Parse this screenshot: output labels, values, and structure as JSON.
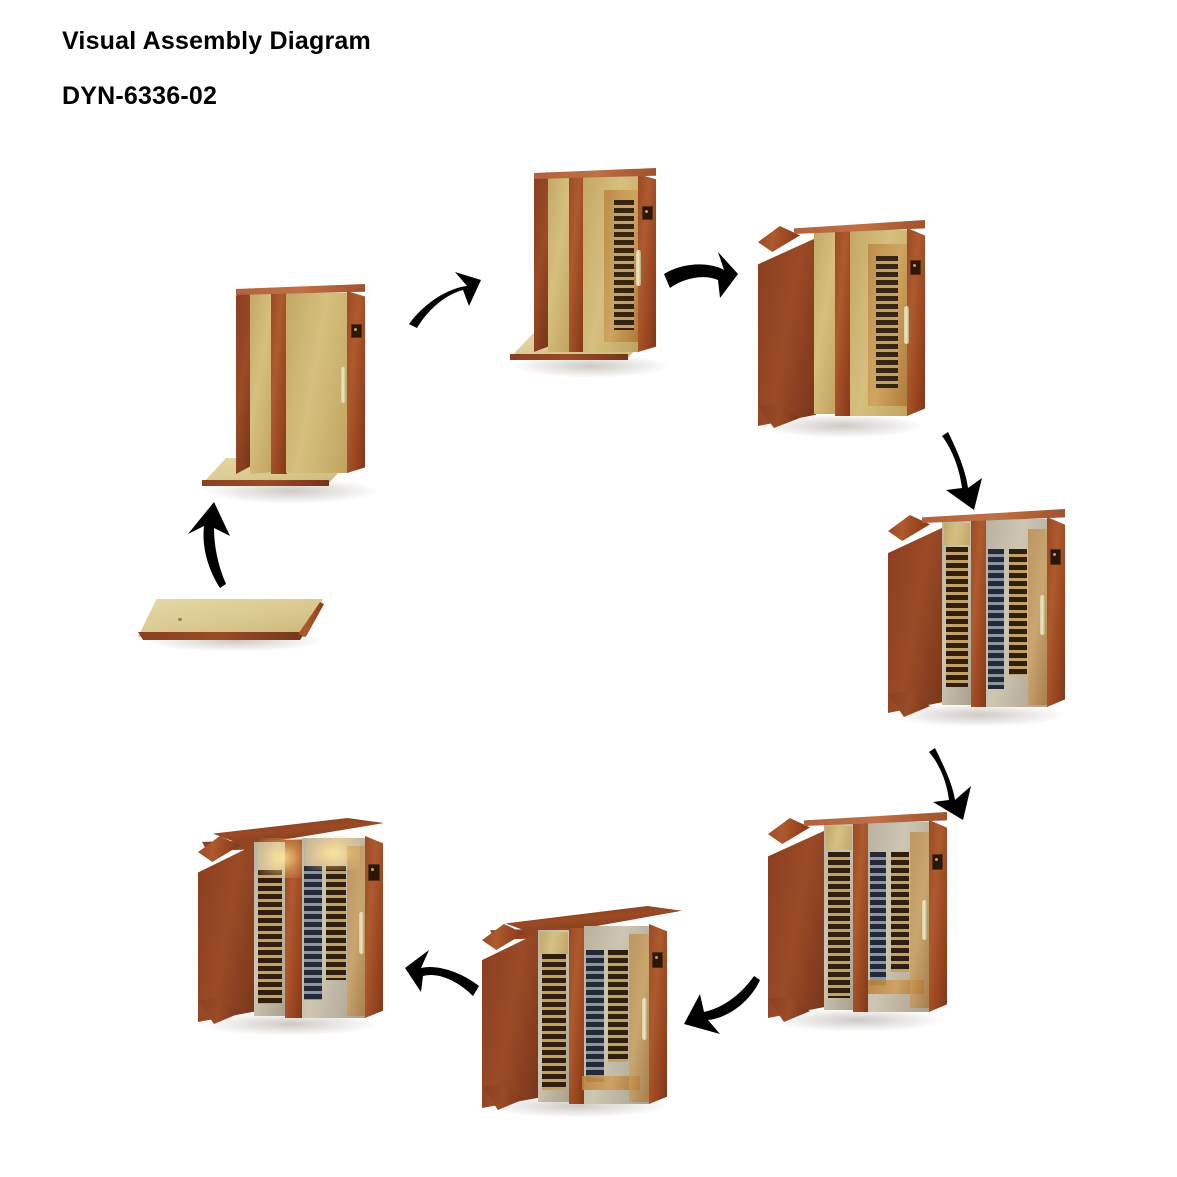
{
  "document": {
    "title": "Visual Assembly Diagram",
    "code": "DYN-6336-02"
  },
  "diagram": {
    "kind": "assembly-flow",
    "product": "infrared sauna cabin",
    "step_count": 8,
    "arrow_count": 7,
    "colors": {
      "background": "#ffffff",
      "text": "#000000",
      "wood_frame": "#9c4a26",
      "wood_frame_dark": "#7e3818",
      "wood_frame_light": "#bf7045",
      "glass_panel": "#c9ae6b",
      "floor_panel": "#dcc98f",
      "roof_panel": "#7c3a1c",
      "heater_slat": "#2b1a0c",
      "arrow": "#000000",
      "handle": "#e0d5a8",
      "control_panel": "#2b1708"
    },
    "steps": [
      {
        "index": 1,
        "name": "floor-panel",
        "label": "Floor base panel"
      },
      {
        "index": 2,
        "name": "front-wall-door",
        "label": "Front wall with glass door on base"
      },
      {
        "index": 3,
        "name": "right-side-wall",
        "label": "Right side wall with heater panel"
      },
      {
        "index": 4,
        "name": "left-side-wall",
        "label": "Left side wall closing cabin corner"
      },
      {
        "index": 5,
        "name": "heater-panels",
        "label": "Interior infrared heater panels installed"
      },
      {
        "index": 6,
        "name": "bench-seating",
        "label": "Bench and interior fittings installed"
      },
      {
        "index": 7,
        "name": "roof-panel",
        "label": "Roof / ceiling panel fitted"
      },
      {
        "index": 8,
        "name": "completed-unit",
        "label": "Completed sauna with interior lighting"
      }
    ],
    "arrows": [
      {
        "index": 1,
        "name": "arrow-step1-to-step2",
        "direction": "up"
      },
      {
        "index": 2,
        "name": "arrow-step2-to-step3",
        "direction": "up-right"
      },
      {
        "index": 3,
        "name": "arrow-step3-to-step4",
        "direction": "right"
      },
      {
        "index": 4,
        "name": "arrow-step4-to-step5",
        "direction": "down"
      },
      {
        "index": 5,
        "name": "arrow-step5-to-step6",
        "direction": "down"
      },
      {
        "index": 6,
        "name": "arrow-step6-to-step7",
        "direction": "down-left"
      },
      {
        "index": 7,
        "name": "arrow-step7-to-step8",
        "direction": "left"
      }
    ]
  }
}
